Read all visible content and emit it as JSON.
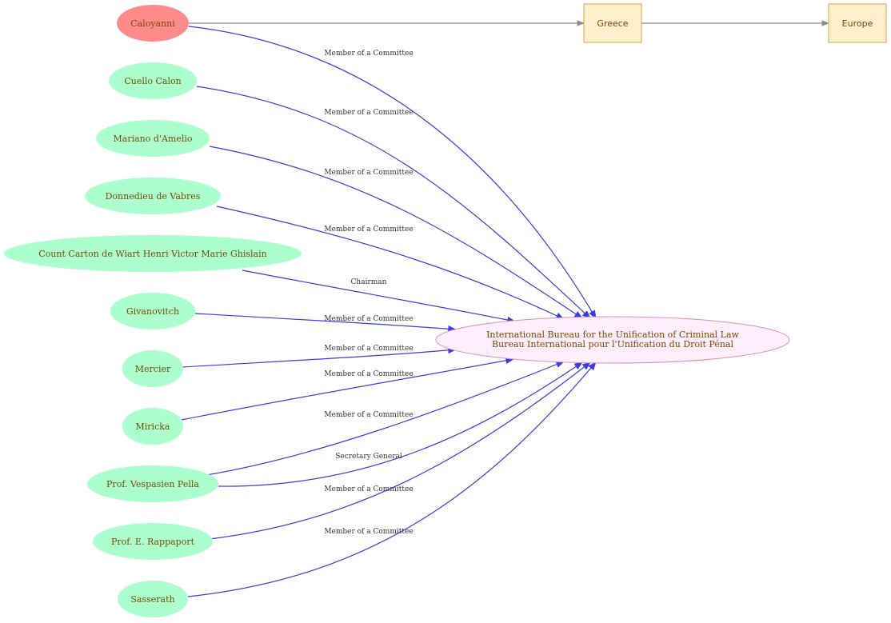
{
  "colors": {
    "edge_member": "#3b3be0",
    "edge_location": "#8c8c8c",
    "node_person": "#aaffcc",
    "node_highlight": "#ff8a8a",
    "node_org_fill": "#ffeefb",
    "node_org_stroke": "#e090a8",
    "node_place_fill": "#ffefcc",
    "node_place_stroke": "#d7a04a",
    "label_text": "#7a4a00"
  },
  "diagram": {
    "people": [
      {
        "id": "caloyanni",
        "label": "Caloyanni",
        "highlight": true
      },
      {
        "id": "cuello",
        "label": "Cuello Calon"
      },
      {
        "id": "amelio",
        "label": "Mariano d'Amelio"
      },
      {
        "id": "vabres",
        "label": "Donnedieu de Vabres"
      },
      {
        "id": "carton",
        "label": "Count Carton de Wiart Henri Victor Marie Ghislain"
      },
      {
        "id": "givanovitch",
        "label": "Givanovitch"
      },
      {
        "id": "mercier",
        "label": "Mercier"
      },
      {
        "id": "miricka",
        "label": "Miricka"
      },
      {
        "id": "pella",
        "label": "Prof. Vespasien Pella"
      },
      {
        "id": "rappaport",
        "label": "Prof. E. Rappaport"
      },
      {
        "id": "sasserath",
        "label": "Sasserath"
      }
    ],
    "organization": {
      "id": "bureau",
      "label_line1": "International Bureau for the Unification of Criminal Law",
      "label_line2": "Bureau International pour l'Unification du Droit Pénal"
    },
    "places": [
      {
        "id": "greece",
        "label": "Greece"
      },
      {
        "id": "europe",
        "label": "Europe"
      }
    ],
    "edges": [
      {
        "id": "e-caloyanni",
        "from": "caloyanni",
        "to": "bureau",
        "label": "Member of a Committee"
      },
      {
        "id": "e-cuello",
        "from": "cuello",
        "to": "bureau",
        "label": "Member of a Committee"
      },
      {
        "id": "e-amelio",
        "from": "amelio",
        "to": "bureau",
        "label": "Member of a Committee"
      },
      {
        "id": "e-vabres",
        "from": "vabres",
        "to": "bureau",
        "label": "Member of a Committee"
      },
      {
        "id": "e-carton",
        "from": "carton",
        "to": "bureau",
        "label": "Chairman"
      },
      {
        "id": "e-givanovitch",
        "from": "givanovitch",
        "to": "bureau",
        "label": "Member of a Committee"
      },
      {
        "id": "e-mercier",
        "from": "mercier",
        "to": "bureau",
        "label": "Member of a Committee"
      },
      {
        "id": "e-miricka",
        "from": "miricka",
        "to": "bureau",
        "label": "Member of a Committee"
      },
      {
        "id": "e-pella-member",
        "from": "pella",
        "to": "bureau",
        "label": "Member of a Committee"
      },
      {
        "id": "e-pella-secgen",
        "from": "pella",
        "to": "bureau",
        "label": "Secretary General"
      },
      {
        "id": "e-rappaport",
        "from": "rappaport",
        "to": "bureau",
        "label": "Member of a Committee"
      },
      {
        "id": "e-sasserath",
        "from": "sasserath",
        "to": "bureau",
        "label": "Member of a Committee"
      },
      {
        "id": "e-caloyanni-greece",
        "from": "caloyanni",
        "to": "greece",
        "label": ""
      },
      {
        "id": "e-greece-europe",
        "from": "greece",
        "to": "europe",
        "label": ""
      }
    ]
  }
}
